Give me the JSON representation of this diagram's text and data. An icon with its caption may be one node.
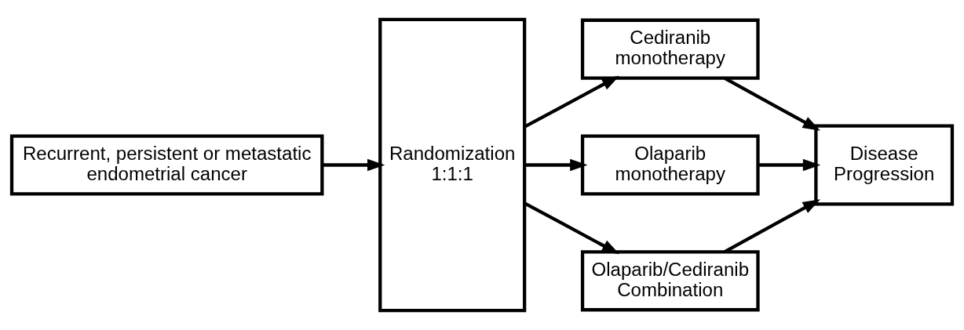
{
  "diagram": {
    "nodes": [
      {
        "text": [
          "Recurrent, persistent or metastatic endometrial cancer"
        ]
      },
      {
        "text": [
          "Randomization 1:1:1"
        ]
      },
      {
        "text": [
          "Cediranib monotherapy"
        ]
      },
      {
        "text": [
          "Olaparib monotherapy"
        ]
      },
      {
        "text": [
          "Olaparib/Cediranib Combination"
        ]
      },
      {
        "text": [
          "Disease Progression"
        ]
      }
    ],
    "edges": [
      {
        "from": 0,
        "to": 1,
        "arrow": "to"
      },
      {
        "from": 1,
        "to": 2,
        "arrow": "to"
      },
      {
        "from": 1,
        "to": 3,
        "arrow": "to"
      },
      {
        "from": 1,
        "to": 4,
        "arrow": "to"
      },
      {
        "from": 2,
        "to": 5,
        "arrow": "to"
      },
      {
        "from": 3,
        "to": 5,
        "arrow": "to"
      },
      {
        "from": 4,
        "to": 5,
        "arrow": "to"
      }
    ]
  }
}
